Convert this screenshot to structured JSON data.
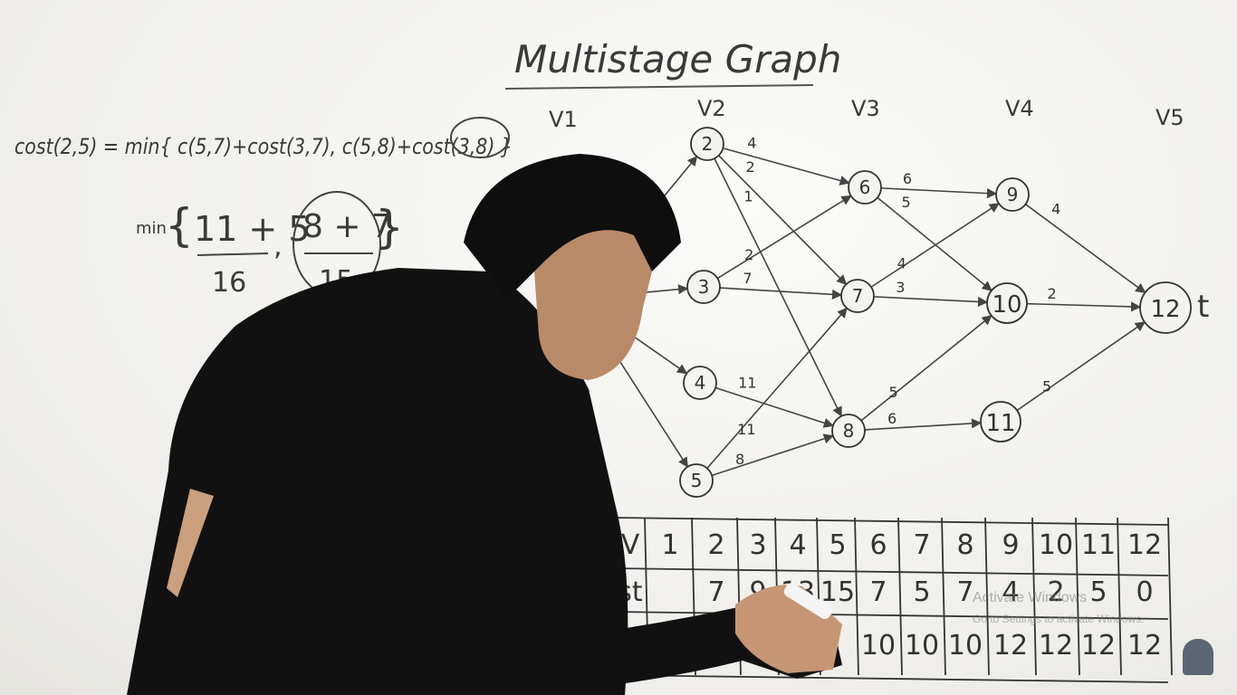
{
  "board": {
    "title": "Multistage Graph",
    "stages": [
      "V1",
      "V2",
      "V3",
      "V4",
      "V5"
    ],
    "formula": "cost(2,5) = min{ c(5,7)+cost(3,7), c(5,8)+cost(3,8) }",
    "min_prefix": "min",
    "term1_expr": "11 + 5",
    "term1_result": "16",
    "term2_expr": "8 + 7",
    "term2_result": "15",
    "sink_label": "t"
  },
  "graph": {
    "nodes": [
      "2",
      "3",
      "4",
      "5",
      "6",
      "7",
      "8",
      "9",
      "10",
      "11",
      "12"
    ],
    "edge_weights": [
      {
        "from": "2",
        "to": "6",
        "w": "4"
      },
      {
        "from": "2",
        "to": "7",
        "w": "2"
      },
      {
        "from": "2",
        "to": "8",
        "w": "1"
      },
      {
        "from": "3",
        "to": "6",
        "w": "2"
      },
      {
        "from": "3",
        "to": "7",
        "w": "7"
      },
      {
        "from": "4",
        "to": "8",
        "w": "11"
      },
      {
        "from": "5",
        "to": "7",
        "w": "11"
      },
      {
        "from": "5",
        "to": "8",
        "w": "8"
      },
      {
        "from": "6",
        "to": "9",
        "w": "6"
      },
      {
        "from": "6",
        "to": "10",
        "w": "5"
      },
      {
        "from": "7",
        "to": "9",
        "w": "4"
      },
      {
        "from": "7",
        "to": "10",
        "w": "3"
      },
      {
        "from": "8",
        "to": "10",
        "w": "5"
      },
      {
        "from": "8",
        "to": "11",
        "w": "6"
      },
      {
        "from": "9",
        "to": "12",
        "w": "4"
      },
      {
        "from": "10",
        "to": "12",
        "w": "2"
      },
      {
        "from": "11",
        "to": "12",
        "w": "5"
      }
    ]
  },
  "table": {
    "header_label": "V",
    "cost_label": "st",
    "vertices": [
      "1",
      "2",
      "3",
      "4",
      "5",
      "6",
      "7",
      "8",
      "9",
      "10",
      "11",
      "12"
    ],
    "cost": [
      "",
      "7",
      "9",
      "13",
      "15",
      "7",
      "5",
      "7",
      "4",
      "2",
      "5",
      "0"
    ],
    "d": [
      "",
      "",
      "",
      "",
      "",
      "10",
      "10",
      "10",
      "12",
      "12",
      "12",
      "12"
    ]
  },
  "watermark": {
    "line1": "Activate Windows",
    "line2": "Go to Settings to activate Windows."
  }
}
